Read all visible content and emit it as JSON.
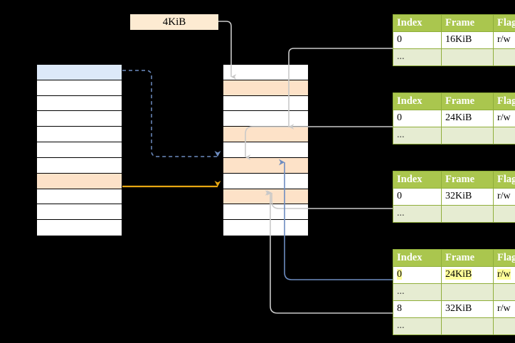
{
  "diagram": {
    "title": "page-table-walk-diagram",
    "page_size_tag": {
      "label": "4KiB"
    },
    "colors": {
      "header_green": "#aac64e",
      "row_alt_green": "#e6ecd2",
      "highlight_yellow": "#ffff99",
      "peach": "#fde2c8",
      "blue": "#dce9f9",
      "arrow_orange": "#e8a712",
      "arrow_blue": "#6d8cc0",
      "arrow_gray": "#c9c9c9",
      "background": "#000000"
    },
    "virtual_memory": {
      "name": "virtual-address-space",
      "row_count": 11,
      "rows": [
        {
          "index": 0,
          "fill": "blue",
          "label": ""
        },
        {
          "index": 1,
          "fill": "white",
          "label": ""
        },
        {
          "index": 2,
          "fill": "white",
          "label": ""
        },
        {
          "index": 3,
          "fill": "white",
          "label": ""
        },
        {
          "index": 4,
          "fill": "white",
          "label": ""
        },
        {
          "index": 5,
          "fill": "white",
          "label": ""
        },
        {
          "index": 6,
          "fill": "white",
          "label": ""
        },
        {
          "index": 7,
          "fill": "peach",
          "label": ""
        },
        {
          "index": 8,
          "fill": "white",
          "label": ""
        },
        {
          "index": 9,
          "fill": "white",
          "label": ""
        },
        {
          "index": 10,
          "fill": "white",
          "label": ""
        }
      ]
    },
    "physical_memory": {
      "name": "physical-memory-frames",
      "row_count": 11,
      "rows": [
        {
          "index": 0,
          "fill": "white",
          "label": ""
        },
        {
          "index": 1,
          "fill": "peach",
          "label": ""
        },
        {
          "index": 2,
          "fill": "white",
          "label": ""
        },
        {
          "index": 3,
          "fill": "white",
          "label": ""
        },
        {
          "index": 4,
          "fill": "peach",
          "label": ""
        },
        {
          "index": 5,
          "fill": "white",
          "label": ""
        },
        {
          "index": 6,
          "fill": "peach",
          "label": ""
        },
        {
          "index": 7,
          "fill": "white",
          "label": ""
        },
        {
          "index": 8,
          "fill": "peach",
          "label": ""
        },
        {
          "index": 9,
          "fill": "white",
          "label": ""
        },
        {
          "index": 10,
          "fill": "white",
          "label": ""
        }
      ]
    },
    "page_tables": [
      {
        "name": "page-table-1",
        "columns": [
          "Index",
          "Frame",
          "Flags"
        ],
        "rows": [
          {
            "cells": [
              "0",
              "16KiB",
              "r/w"
            ],
            "style": "normal"
          },
          {
            "cells": [
              "...",
              "",
              ""
            ],
            "style": "ellipsis"
          }
        ]
      },
      {
        "name": "page-table-2",
        "columns": [
          "Index",
          "Frame",
          "Flags"
        ],
        "rows": [
          {
            "cells": [
              "0",
              "24KiB",
              "r/w"
            ],
            "style": "normal"
          },
          {
            "cells": [
              "...",
              "",
              ""
            ],
            "style": "ellipsis"
          }
        ]
      },
      {
        "name": "page-table-3",
        "columns": [
          "Index",
          "Frame",
          "Flags"
        ],
        "rows": [
          {
            "cells": [
              "0",
              "32KiB",
              "r/w"
            ],
            "style": "normal"
          },
          {
            "cells": [
              "...",
              "",
              ""
            ],
            "style": "ellipsis"
          }
        ]
      },
      {
        "name": "page-table-4",
        "columns": [
          "Index",
          "Frame",
          "Flags"
        ],
        "rows": [
          {
            "cells": [
              "0",
              "24KiB",
              "r/w"
            ],
            "style": "highlight"
          },
          {
            "cells": [
              "...",
              "",
              ""
            ],
            "style": "ellipsis"
          },
          {
            "cells": [
              "8",
              "32KiB",
              "r/w"
            ],
            "style": "normal"
          },
          {
            "cells": [
              "...",
              "",
              ""
            ],
            "style": "ellipsis"
          }
        ]
      }
    ]
  }
}
